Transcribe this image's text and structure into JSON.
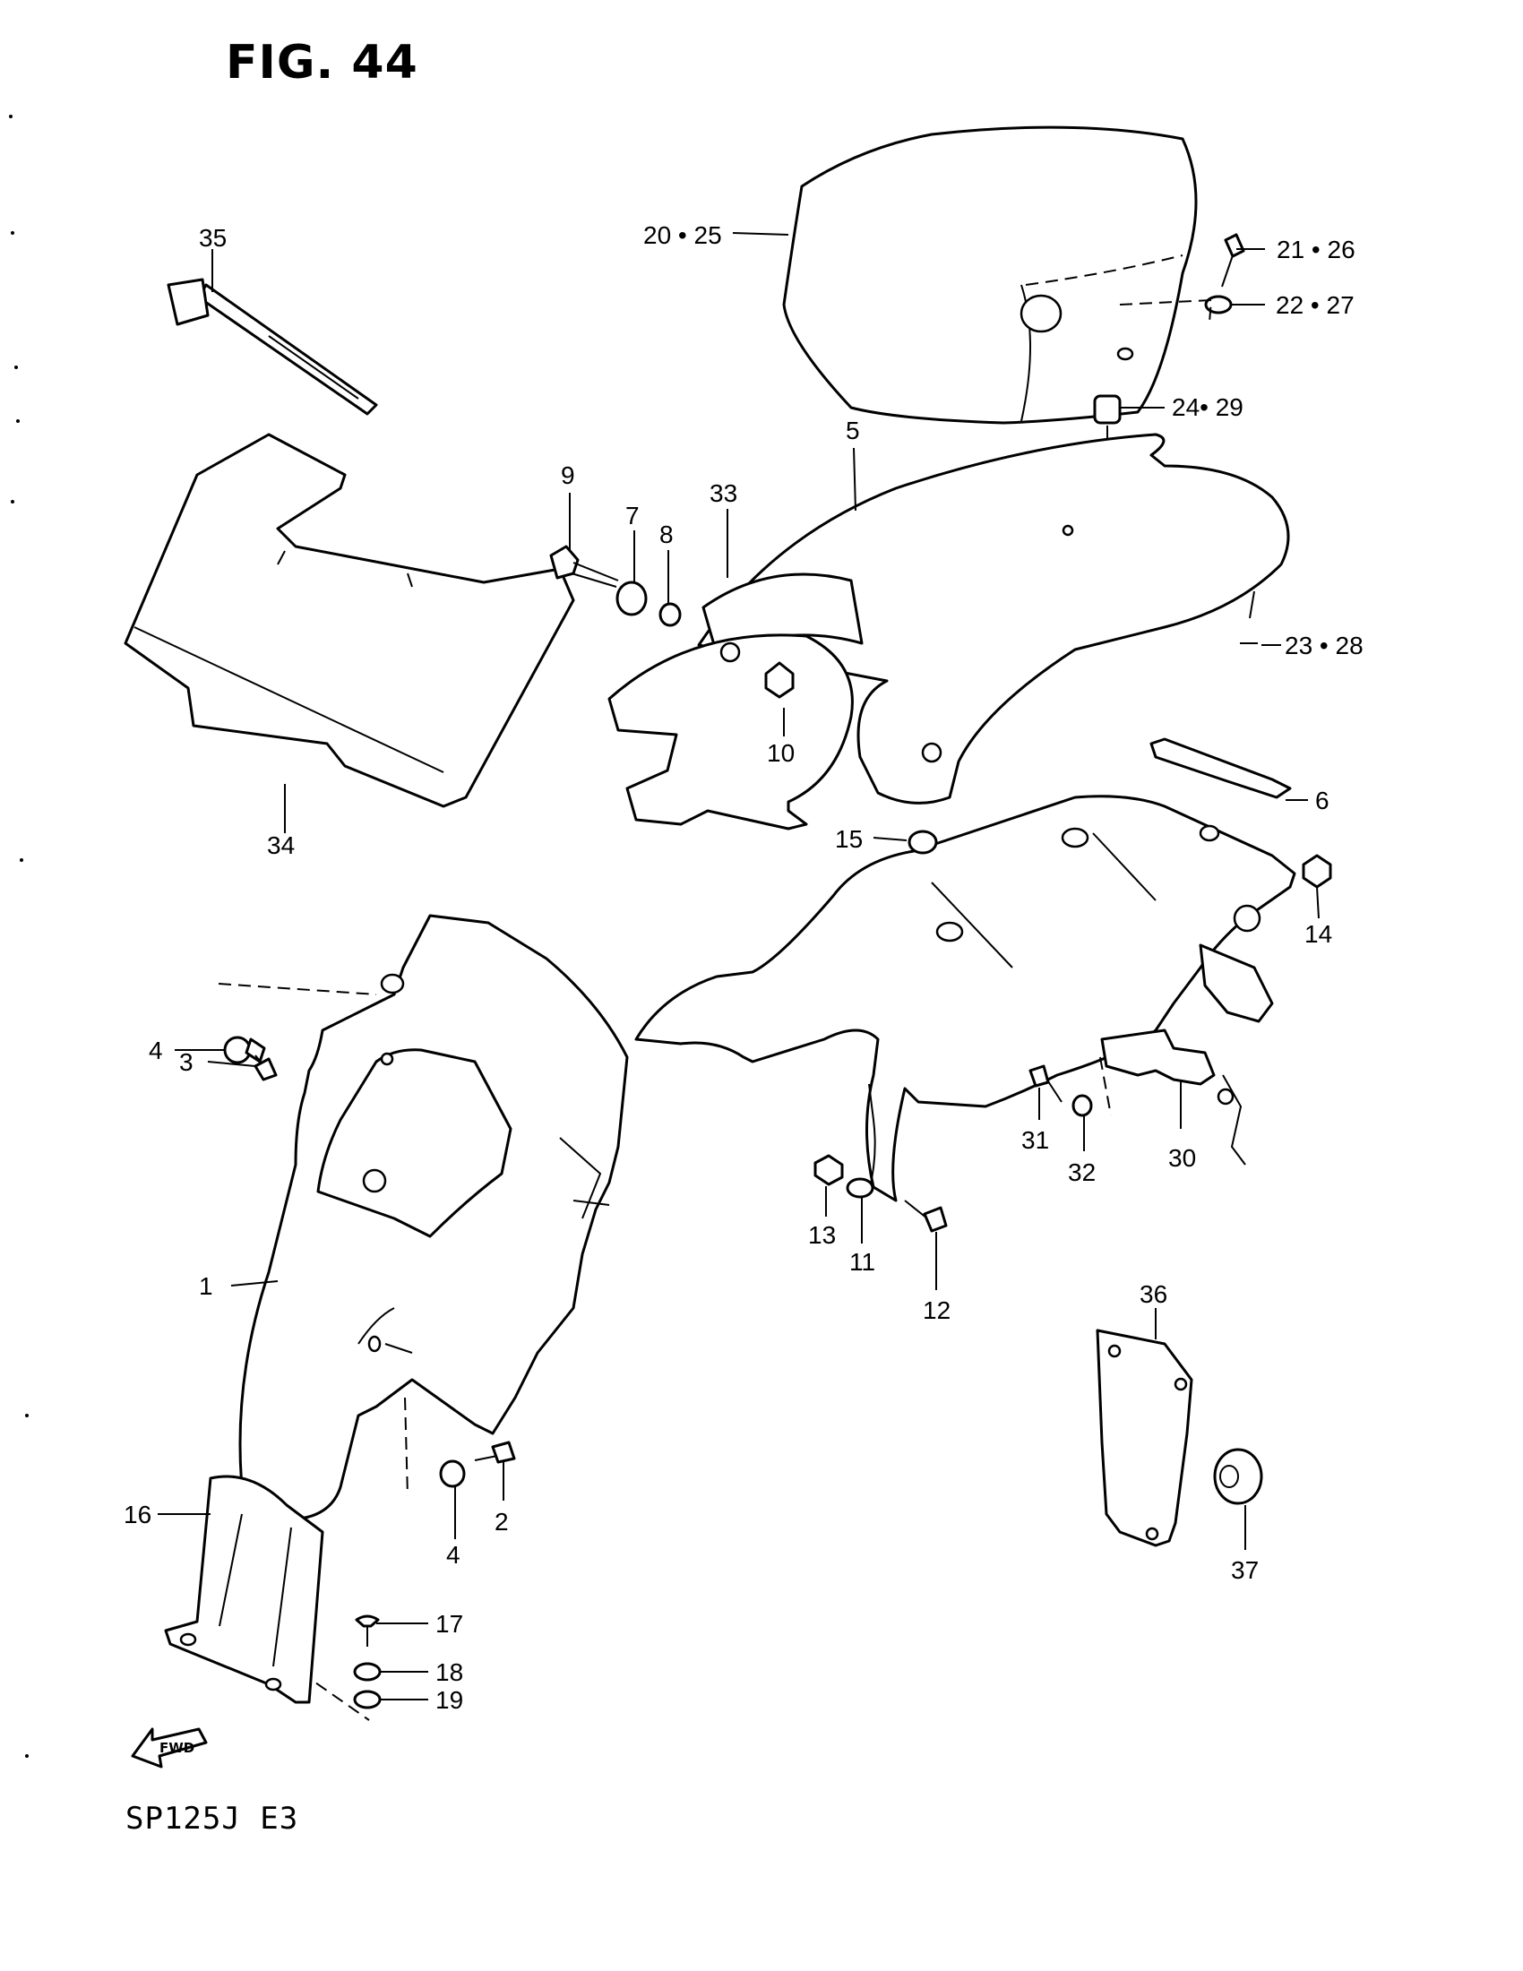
{
  "figure": {
    "title": "FIG. 44",
    "model": "SP125J E3"
  },
  "labels": {
    "l1": "1",
    "l2": "2",
    "l3": "3",
    "l4a": "4",
    "l4b": "4",
    "l5": "5",
    "l6": "6",
    "l7": "7",
    "l8": "8",
    "l9": "9",
    "l10": "10",
    "l11": "11",
    "l12": "12",
    "l13": "13",
    "l14": "14",
    "l15": "15",
    "l16": "16",
    "l17": "17",
    "l18": "18",
    "l19": "19",
    "l20_25": "20 • 25",
    "l21_26": "21 • 26",
    "l22_27": "22 • 27",
    "l23_28": "23 • 28",
    "l24_29": "24• 29",
    "l30": "30",
    "l31": "31",
    "l32": "32",
    "l33": "33",
    "l34": "34",
    "l35": "35",
    "l36": "36",
    "l37": "37"
  },
  "fwd_arrow": "FWD",
  "icons": {
    "direction": "forward-arrow-icon"
  }
}
